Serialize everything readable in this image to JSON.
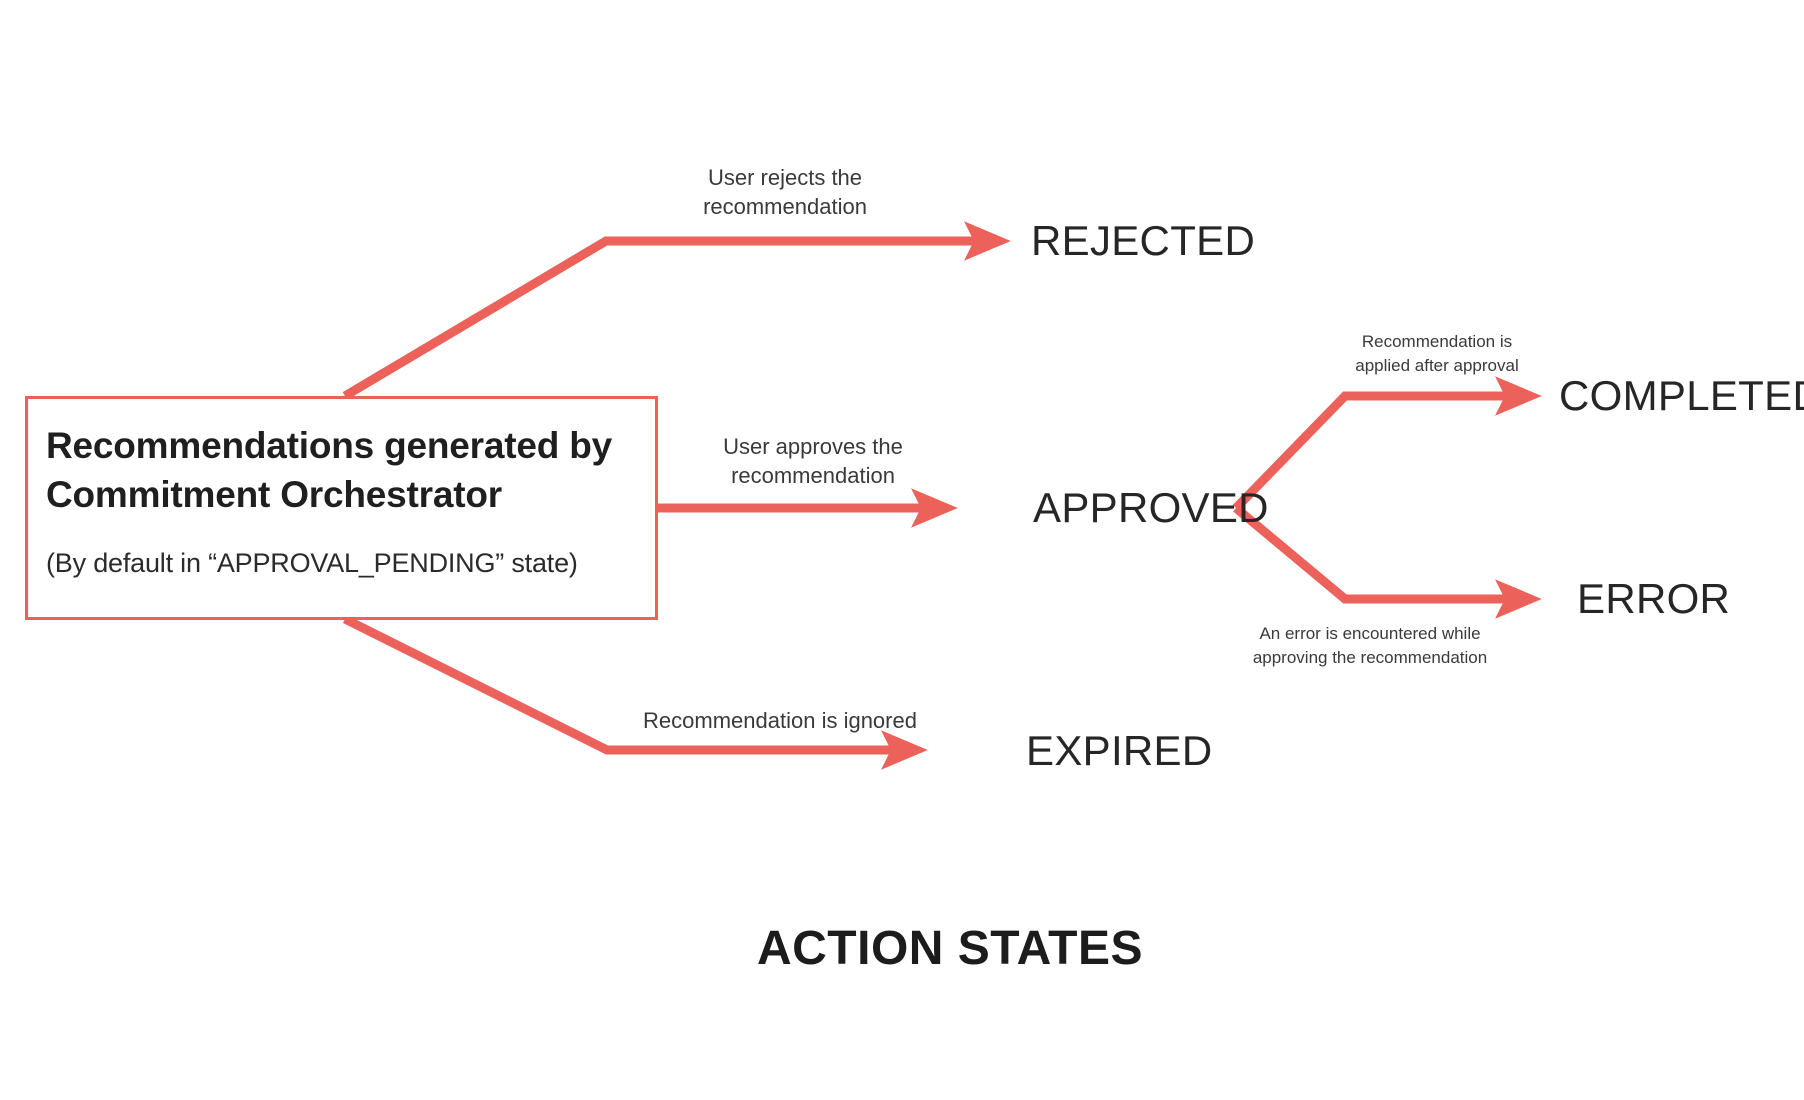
{
  "diagram": {
    "title": "ACTION STATES",
    "accent_color": "#EC6159",
    "text_color": "#262626",
    "background": "#ffffff",
    "source_node": {
      "headline": "Recommendations generated by Commitment Orchestrator",
      "subline": "(By default in “APPROVAL_PENDING” state)"
    },
    "states": {
      "rejected": "REJECTED",
      "approved": "APPROVED",
      "expired": "EXPIRED",
      "completed": "COMPLETED",
      "error": "ERROR"
    },
    "edge_labels": {
      "rejected": "User rejects the\nrecommendation",
      "approved": "User approves the\nrecommendation",
      "expired": "Recommendation is ignored",
      "completed": "Recommendation is\napplied after approval",
      "error": "An error is encountered while\napproving the recommendation"
    },
    "transitions": [
      {
        "from": "Recommendations generated by Commitment Orchestrator",
        "to": "REJECTED",
        "label": "User rejects the recommendation"
      },
      {
        "from": "Recommendations generated by Commitment Orchestrator",
        "to": "APPROVED",
        "label": "User approves the recommendation"
      },
      {
        "from": "Recommendations generated by Commitment Orchestrator",
        "to": "EXPIRED",
        "label": "Recommendation is ignored"
      },
      {
        "from": "APPROVED",
        "to": "COMPLETED",
        "label": "Recommendation is applied after approval"
      },
      {
        "from": "APPROVED",
        "to": "ERROR",
        "label": "An error is encountered while approving the recommendation"
      }
    ]
  }
}
